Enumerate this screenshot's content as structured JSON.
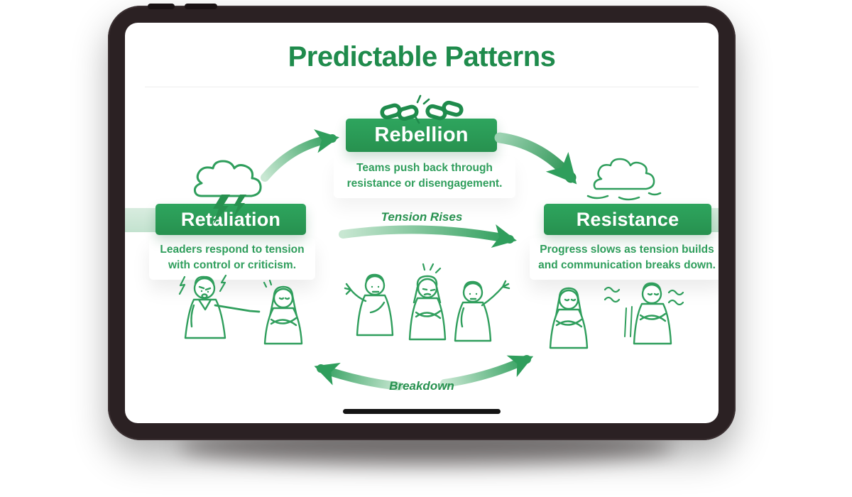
{
  "title": "Predictable Patterns",
  "nodes": {
    "rebellion": {
      "label": "Rebellion",
      "description": "Teams push back through resistance or disengagement."
    },
    "retaliation": {
      "label": "Retaliation",
      "description": "Leaders respond to tension with control or criticism."
    },
    "resistance": {
      "label": "Resistance",
      "description": "Progress slows as tension builds and communication breaks down."
    }
  },
  "flow_labels": {
    "tension_rises": "Tension Rises",
    "breakdown": "Breakdown"
  },
  "icons": {
    "storm_cloud": "storm-cloud-icon",
    "broken_chain": "broken-chain-icon",
    "dissipating_cloud": "dissipating-cloud-icon",
    "tension_squiggles": "tension-squiggles-icon"
  },
  "device": {
    "type": "tablet",
    "home_indicator": true
  },
  "colors": {
    "title_green": "#1f8b4c",
    "banner_green": "#2a9d57",
    "text_green": "#2f9e5c",
    "arrow_green": "#2f9e5c",
    "arrow_light": "#c8e7d2",
    "ribbon_light": "#cfe8d8",
    "frame_dark": "#2b2123",
    "home_indicator": "#141414",
    "background": "#ffffff"
  }
}
